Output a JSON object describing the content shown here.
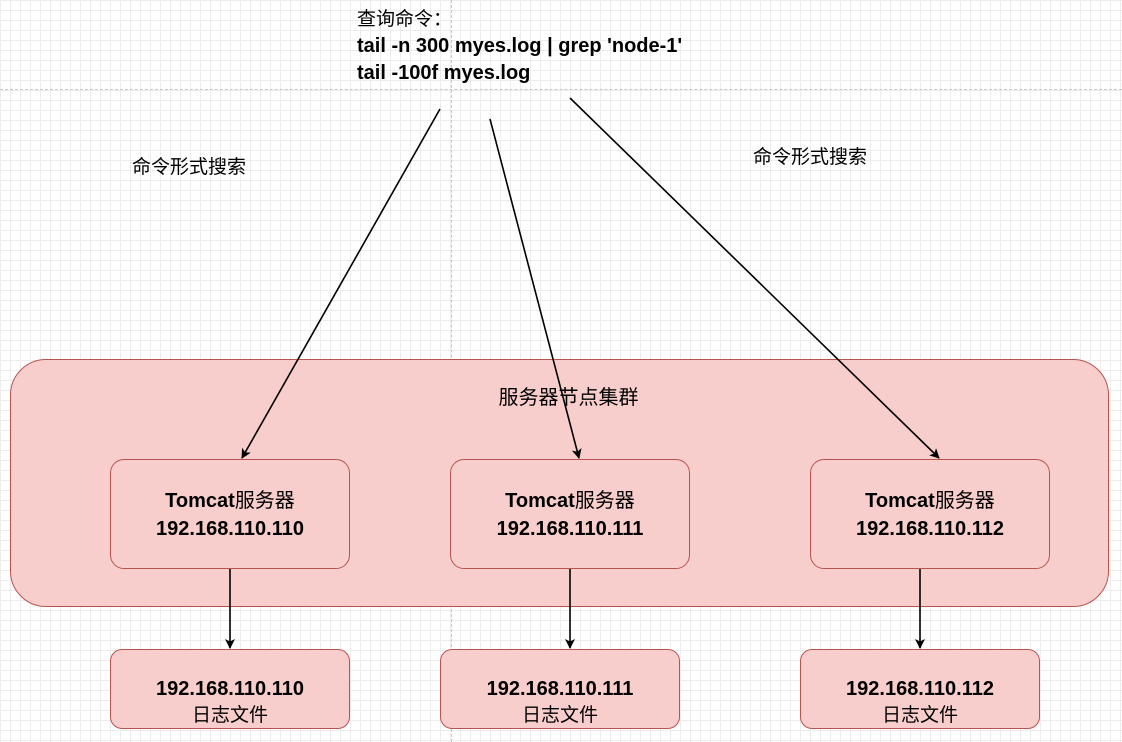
{
  "command": {
    "heading": "查询命令：",
    "line1": "tail -n 300 myes.log | grep 'node-1'",
    "line2": "tail -100f myes.log"
  },
  "labels": {
    "left": "命令形式搜索",
    "right": "命令形式搜索"
  },
  "cluster": {
    "title": "服务器节点集群"
  },
  "servers": [
    {
      "name": "Tomcat",
      "suffix": "服务器",
      "ip": "192.168.110.110"
    },
    {
      "name": "Tomcat",
      "suffix": "服务器",
      "ip": "192.168.110.111"
    },
    {
      "name": "Tomcat",
      "suffix": "服务器",
      "ip": "192.168.110.112"
    }
  ],
  "logs": [
    {
      "ip": "192.168.110.110",
      "caption": "日志文件"
    },
    {
      "ip": "192.168.110.111",
      "caption": "日志文件"
    },
    {
      "ip": "192.168.110.112",
      "caption": "日志文件"
    }
  ],
  "colors": {
    "fill": "#f8cecc",
    "stroke": "#b85450"
  }
}
